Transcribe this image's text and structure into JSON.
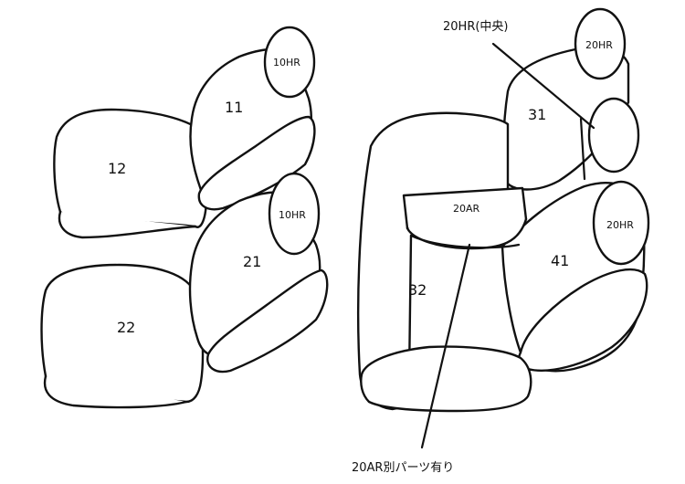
{
  "colors": {
    "stroke": "#111111",
    "background": "#ffffff"
  },
  "parts": {
    "p11": "11",
    "p12": "12",
    "p21": "21",
    "p22": "22",
    "p31": "31",
    "p32": "32",
    "p41": "41",
    "hr_front_upper": "10HR",
    "hr_front_lower": "10HR",
    "hr_rear_left": "20HR",
    "hr_rear_right": "20HR",
    "armrest": "20AR"
  },
  "callouts": {
    "center_headrest": "20HR(中央)",
    "armrest_note": "20AR別パーツ有り"
  }
}
